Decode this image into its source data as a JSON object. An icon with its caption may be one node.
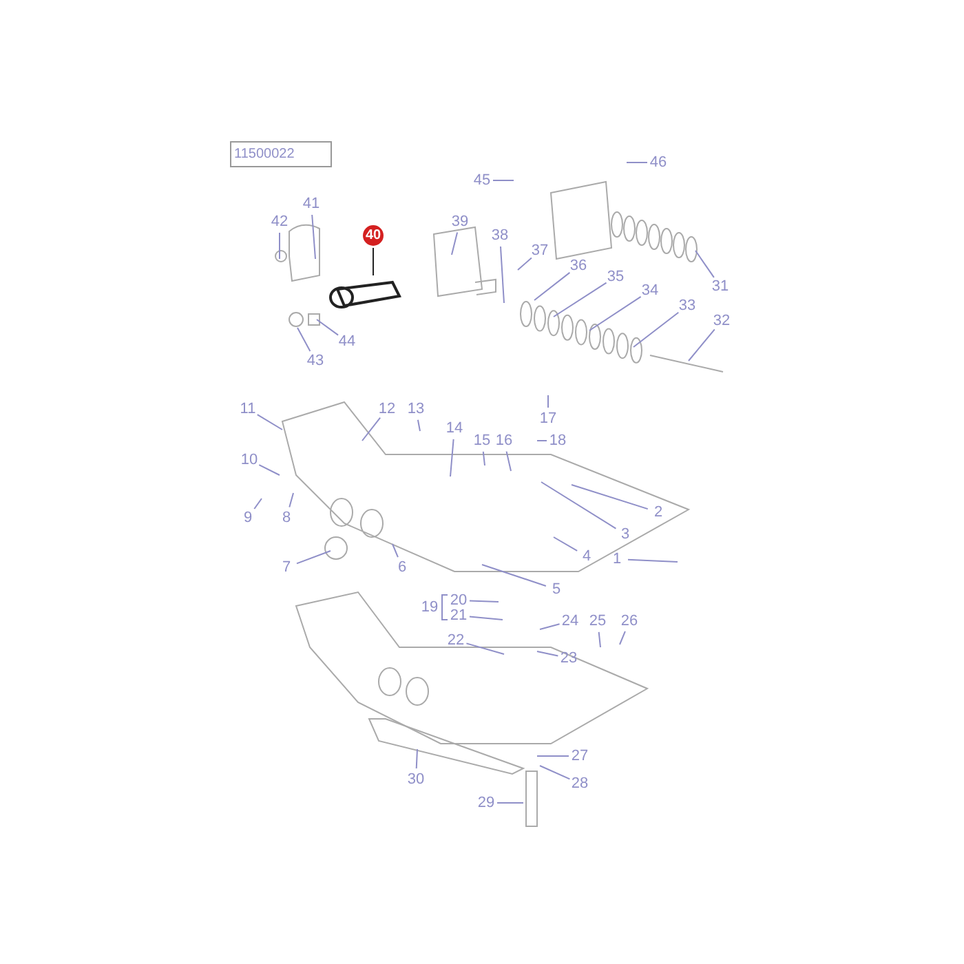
{
  "diagram": {
    "nodes": [
      {
        "text": [
          "11500022"
        ]
      },
      {
        "text": [
          "46"
        ]
      },
      {
        "text": [
          "45"
        ]
      },
      {
        "text": [
          "41"
        ]
      },
      {
        "text": [
          "40"
        ]
      },
      {
        "text": [
          "42"
        ]
      },
      {
        "text": [
          "39"
        ]
      },
      {
        "text": [
          "38"
        ]
      },
      {
        "text": [
          "37"
        ]
      },
      {
        "text": [
          "36"
        ]
      },
      {
        "text": [
          "35"
        ]
      },
      {
        "text": [
          "31"
        ]
      },
      {
        "text": [
          "34"
        ]
      },
      {
        "text": [
          "33"
        ]
      },
      {
        "text": [
          "32"
        ]
      },
      {
        "text": [
          "44"
        ]
      },
      {
        "text": [
          "43"
        ]
      },
      {
        "text": [
          "17"
        ]
      },
      {
        "text": [
          "11"
        ]
      },
      {
        "text": [
          "12"
        ]
      },
      {
        "text": [
          "13"
        ]
      },
      {
        "text": [
          "14"
        ]
      },
      {
        "text": [
          "15"
        ]
      },
      {
        "text": [
          "16"
        ]
      },
      {
        "text": [
          "18"
        ]
      },
      {
        "text": [
          "10"
        ]
      },
      {
        "text": [
          "2"
        ]
      },
      {
        "text": [
          "9"
        ]
      },
      {
        "text": [
          "8"
        ]
      },
      {
        "text": [
          "3"
        ]
      },
      {
        "text": [
          "4"
        ]
      },
      {
        "text": [
          "1"
        ]
      },
      {
        "text": [
          "7"
        ]
      },
      {
        "text": [
          "6"
        ]
      },
      {
        "text": [
          "5"
        ]
      },
      {
        "text": [
          "20"
        ]
      },
      {
        "text": [
          "19"
        ]
      },
      {
        "text": [
          "21"
        ]
      },
      {
        "text": [
          "24"
        ]
      },
      {
        "text": [
          "22"
        ]
      },
      {
        "text": [
          "25"
        ]
      },
      {
        "text": [
          "26"
        ]
      },
      {
        "text": [
          "23"
        ]
      },
      {
        "text": [
          "27"
        ]
      },
      {
        "text": [
          "30"
        ]
      },
      {
        "text": [
          "28"
        ]
      },
      {
        "text": [
          "29"
        ]
      }
    ],
    "edges": [
      {
        "from": 1,
        "to": null,
        "arrow": "none"
      },
      {
        "from": 2,
        "to": null,
        "arrow": "none"
      },
      {
        "from": 3,
        "to": null,
        "arrow": "none"
      },
      {
        "from": 4,
        "to": null,
        "arrow": "none",
        "color": "#222222"
      },
      {
        "from": 5,
        "to": null,
        "arrow": "none"
      },
      {
        "from": 6,
        "to": null,
        "arrow": "none"
      },
      {
        "from": 7,
        "to": null,
        "arrow": "none"
      },
      {
        "from": 8,
        "to": null,
        "arrow": "none"
      },
      {
        "from": 9,
        "to": null,
        "arrow": "none"
      },
      {
        "from": 10,
        "to": null,
        "arrow": "none"
      },
      {
        "from": 11,
        "to": null,
        "arrow": "none"
      },
      {
        "from": 12,
        "to": null,
        "arrow": "none"
      },
      {
        "from": 13,
        "to": null,
        "arrow": "none"
      },
      {
        "from": 14,
        "to": null,
        "arrow": "none"
      },
      {
        "from": 15,
        "to": null,
        "arrow": "none"
      },
      {
        "from": 16,
        "to": null,
        "arrow": "none"
      },
      {
        "from": 17,
        "to": null,
        "arrow": "none"
      },
      {
        "from": 18,
        "to": null,
        "arrow": "none"
      },
      {
        "from": 19,
        "to": null,
        "arrow": "none"
      },
      {
        "from": 20,
        "to": null,
        "arrow": "none"
      },
      {
        "from": 21,
        "to": null,
        "arrow": "none"
      },
      {
        "from": 22,
        "to": null,
        "arrow": "none"
      },
      {
        "from": 23,
        "to": null,
        "arrow": "none"
      },
      {
        "from": 24,
        "to": null,
        "arrow": "none"
      },
      {
        "from": 25,
        "to": null,
        "arrow": "none"
      },
      {
        "from": 26,
        "to": null,
        "arrow": "none"
      },
      {
        "from": 27,
        "to": null,
        "arrow": "none"
      },
      {
        "from": 28,
        "to": null,
        "arrow": "none"
      },
      {
        "from": 29,
        "to": null,
        "arrow": "none"
      },
      {
        "from": 30,
        "to": null,
        "arrow": "none"
      },
      {
        "from": 31,
        "to": null,
        "arrow": "none"
      },
      {
        "from": 32,
        "to": null,
        "arrow": "none"
      },
      {
        "from": 33,
        "to": null,
        "arrow": "none"
      },
      {
        "from": 34,
        "to": null,
        "arrow": "none"
      },
      {
        "from": 35,
        "to": null,
        "arrow": "none"
      },
      {
        "from": 37,
        "to": null,
        "arrow": "none"
      },
      {
        "from": 38,
        "to": null,
        "arrow": "none"
      },
      {
        "from": 39,
        "to": null,
        "arrow": "none"
      },
      {
        "from": 40,
        "to": null,
        "arrow": "none"
      },
      {
        "from": 41,
        "to": null,
        "arrow": "none"
      },
      {
        "from": 42,
        "to": null,
        "arrow": "none"
      },
      {
        "from": 43,
        "to": null,
        "arrow": "none"
      },
      {
        "from": 44,
        "to": null,
        "arrow": "none"
      },
      {
        "from": 45,
        "to": null,
        "arrow": "none"
      },
      {
        "from": 46,
        "to": null,
        "arrow": "none"
      }
    ]
  }
}
